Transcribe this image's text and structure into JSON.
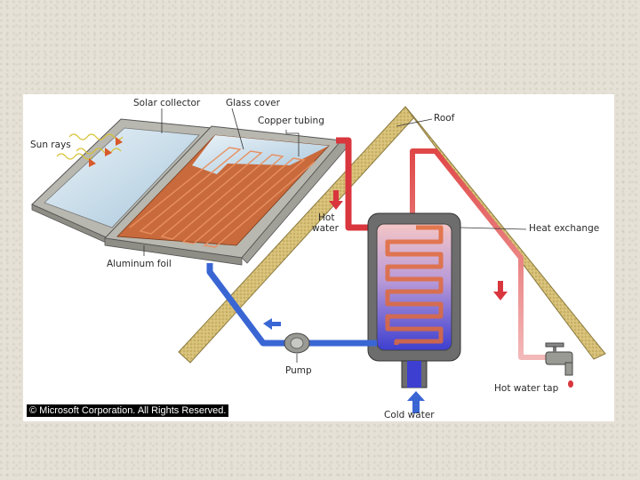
{
  "labels": {
    "solar_collector": "Solar collector",
    "glass_cover": "Glass cover",
    "copper_tubing": "Copper tubing",
    "roof": "Roof",
    "sun_rays": "Sun rays",
    "hot_water": "Hot",
    "hot_water_2": "water",
    "heat_exchange": "Heat exchange",
    "aluminum_foil": "Aluminum foil",
    "pump": "Pump",
    "hot_water_tap": "Hot water tap",
    "cold_water": "Cold water"
  },
  "copyright": "© Microsoft Corporation. All Rights Reserved.",
  "colors": {
    "hot_pipe": "#d9363e",
    "cold_pipe": "#3a66d4",
    "roof": "#d8c27a",
    "tank_outer": "#6d6d6d"
  }
}
